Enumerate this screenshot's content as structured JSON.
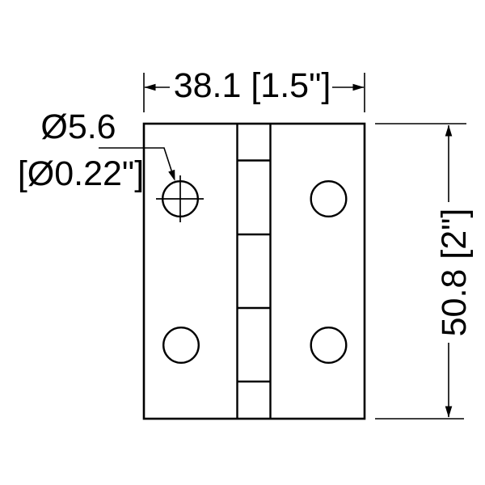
{
  "drawing": {
    "background_color": "#ffffff",
    "line_color": "#000000"
  },
  "dimensions": {
    "width": {
      "label": "38.1 [1.5\"]",
      "mm": 38.1,
      "inches": 1.5
    },
    "height": {
      "label": "50.8 [2\"]",
      "mm": 50.8,
      "inches": 2
    },
    "hole_diameter": {
      "label_line1": "Ø5.6",
      "label_line2": "[Ø0.22\"]",
      "mm": 5.6,
      "inches": 0.22
    }
  }
}
